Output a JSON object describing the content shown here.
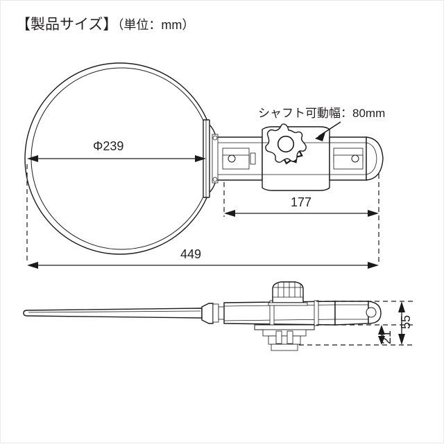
{
  "header": {
    "title_bracketed": "【製品サイズ】",
    "title_unit": "（単位：mm）",
    "full_title": "【製品サイズ】（単位：mm）"
  },
  "drawing": {
    "type": "technical-dimension-drawing",
    "subject": "round inspection mirror with telescoping shaft",
    "views": [
      {
        "name": "front-view",
        "description": "circular mirror head with shaft assembly, seen face-on"
      },
      {
        "name": "side-view",
        "description": "edge-on profile of mirror and shaft with mounting post"
      }
    ],
    "line_color": "#1a1a1a",
    "background_color": "#ffffff"
  },
  "annotations": {
    "mirror_diameter": {
      "label": "Φ239",
      "value": 239,
      "unit": "mm",
      "symbol": "Φ",
      "measures": "mirror head diameter"
    },
    "shaft_length": {
      "label": "177",
      "value": 177,
      "unit": "mm",
      "measures": "shaft section length"
    },
    "overall_length": {
      "label": "449",
      "value": 449,
      "unit": "mm",
      "measures": "total product length"
    },
    "height_overall": {
      "label": "55",
      "value": 55,
      "unit": "mm",
      "measures": "overall height in side view"
    },
    "height_body": {
      "label": "21",
      "value": 21,
      "unit": "mm",
      "measures": "body height in side view"
    },
    "shaft_travel": {
      "label": "シャフト可動幅：80mm",
      "value": 80,
      "unit": "mm",
      "measures": "shaft adjustable travel range"
    }
  },
  "chart_data": {
    "type": "table",
    "title": "【製品サイズ】（単位：mm）",
    "categories": [
      "Φ239",
      "177",
      "449",
      "55",
      "21",
      "シャフト可動幅：80mm"
    ],
    "values": [
      239,
      177,
      449,
      55,
      21,
      80
    ],
    "xlabel": "",
    "ylabel": "mm"
  }
}
